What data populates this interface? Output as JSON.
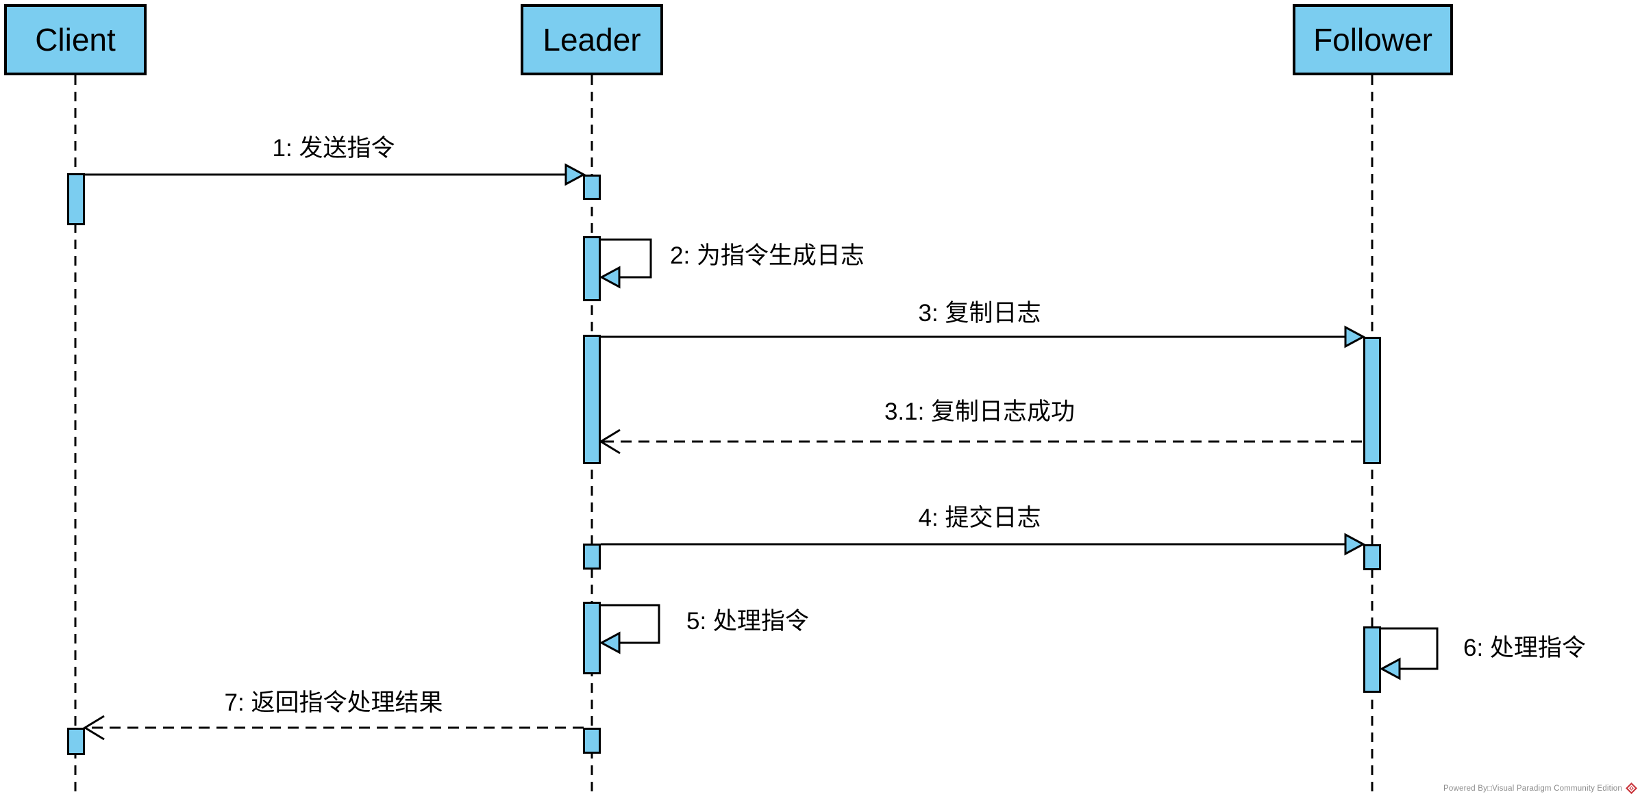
{
  "diagram": {
    "kind": "uml-sequence-diagram",
    "actors": [
      {
        "id": "client",
        "label": "Client"
      },
      {
        "id": "leader",
        "label": "Leader"
      },
      {
        "id": "follower",
        "label": "Follower"
      }
    ],
    "messages": [
      {
        "seq": "1",
        "label": "1: 发送指令",
        "from": "Client",
        "to": "Leader",
        "kind": "sync"
      },
      {
        "seq": "2",
        "label": "2: 为指令生成日志",
        "from": "Leader",
        "to": "Leader",
        "kind": "self"
      },
      {
        "seq": "3",
        "label": "3: 复制日志",
        "from": "Leader",
        "to": "Follower",
        "kind": "sync"
      },
      {
        "seq": "3.1",
        "label": "3.1: 复制日志成功",
        "from": "Follower",
        "to": "Leader",
        "kind": "return"
      },
      {
        "seq": "4",
        "label": "4: 提交日志",
        "from": "Leader",
        "to": "Follower",
        "kind": "sync"
      },
      {
        "seq": "5",
        "label": "5: 处理指令",
        "from": "Leader",
        "to": "Leader",
        "kind": "self"
      },
      {
        "seq": "6",
        "label": "6: 处理指令",
        "from": "Follower",
        "to": "Follower",
        "kind": "self"
      },
      {
        "seq": "7",
        "label": "7: 返回指令处理结果",
        "from": "Leader",
        "to": "Client",
        "kind": "return"
      }
    ],
    "colors": {
      "shape_fill": "#7BCDF0",
      "line": "#000000",
      "watermark_text": "#8C8C8C",
      "watermark_logo_red": "#C9343B"
    }
  },
  "watermark": {
    "text": "Powered By□Visual Paradigm Community Edition",
    "logo": "visual-paradigm-diamond"
  }
}
